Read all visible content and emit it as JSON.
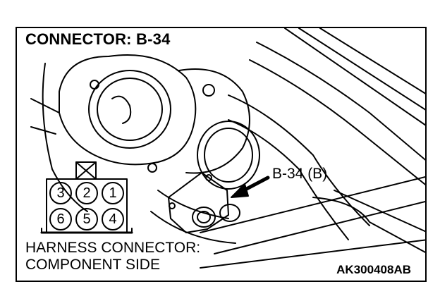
{
  "diagram": {
    "title": "CONNECTOR: B-34",
    "callout_label": "B-34 (B)",
    "caption_line1": "HARNESS CONNECTOR:",
    "caption_line2": "COMPONENT SIDE",
    "figure_code": "AK300408AB",
    "connector_pins": {
      "top_row": [
        "3",
        "2",
        "1"
      ],
      "bottom_row": [
        "6",
        "5",
        "4"
      ]
    }
  }
}
